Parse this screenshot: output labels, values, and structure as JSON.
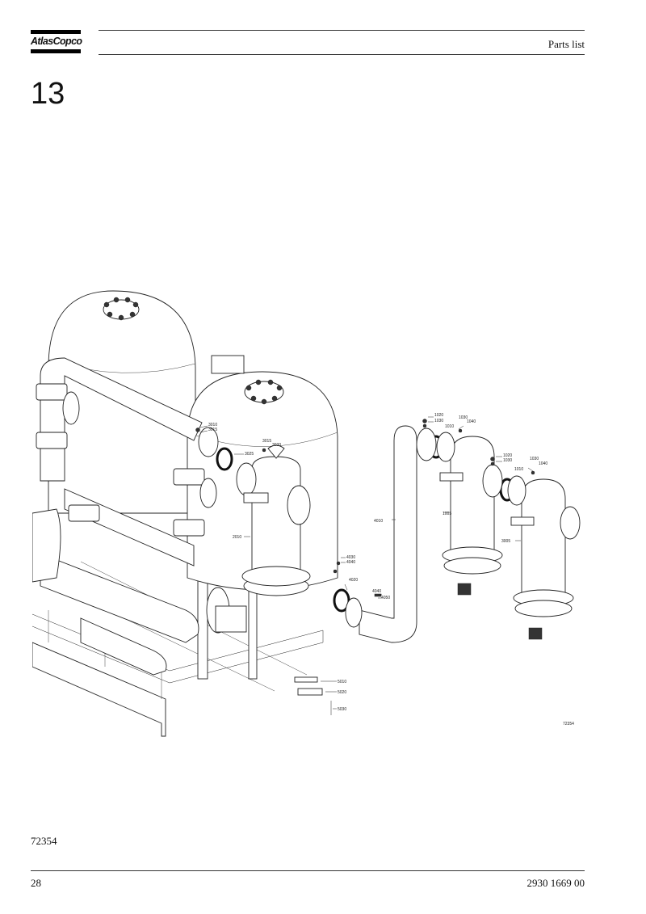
{
  "header": {
    "brand": "AtlasCopco",
    "title": "Parts list"
  },
  "section": {
    "number": "13"
  },
  "drawing": {
    "code": "72354",
    "callouts": {
      "c1020a": "1020",
      "c1030a": "1030",
      "c1030b": "1030",
      "c1040a": "1040",
      "c1010a": "1010",
      "c1020b": "1020",
      "c1030c": "1030",
      "c1030d": "1030",
      "c1040b": "1040",
      "c1010b": "1010",
      "c1005": "1005",
      "c3005": "3005",
      "c3010": "3010",
      "c3015a": "3015",
      "c3025": "3025",
      "c3015b": "3015",
      "c3020": "3020",
      "c2010": "2010",
      "c4010": "4010",
      "c4030": "4030",
      "c4040a": "4040",
      "c4020": "4020",
      "c4040b": "4040",
      "c4050": "4050",
      "c5010": "5010",
      "c5020": "5020",
      "c5030": "5030"
    }
  },
  "footer": {
    "figure_ref": "72354",
    "page": "28",
    "doc_number": "2930 1669 00"
  }
}
